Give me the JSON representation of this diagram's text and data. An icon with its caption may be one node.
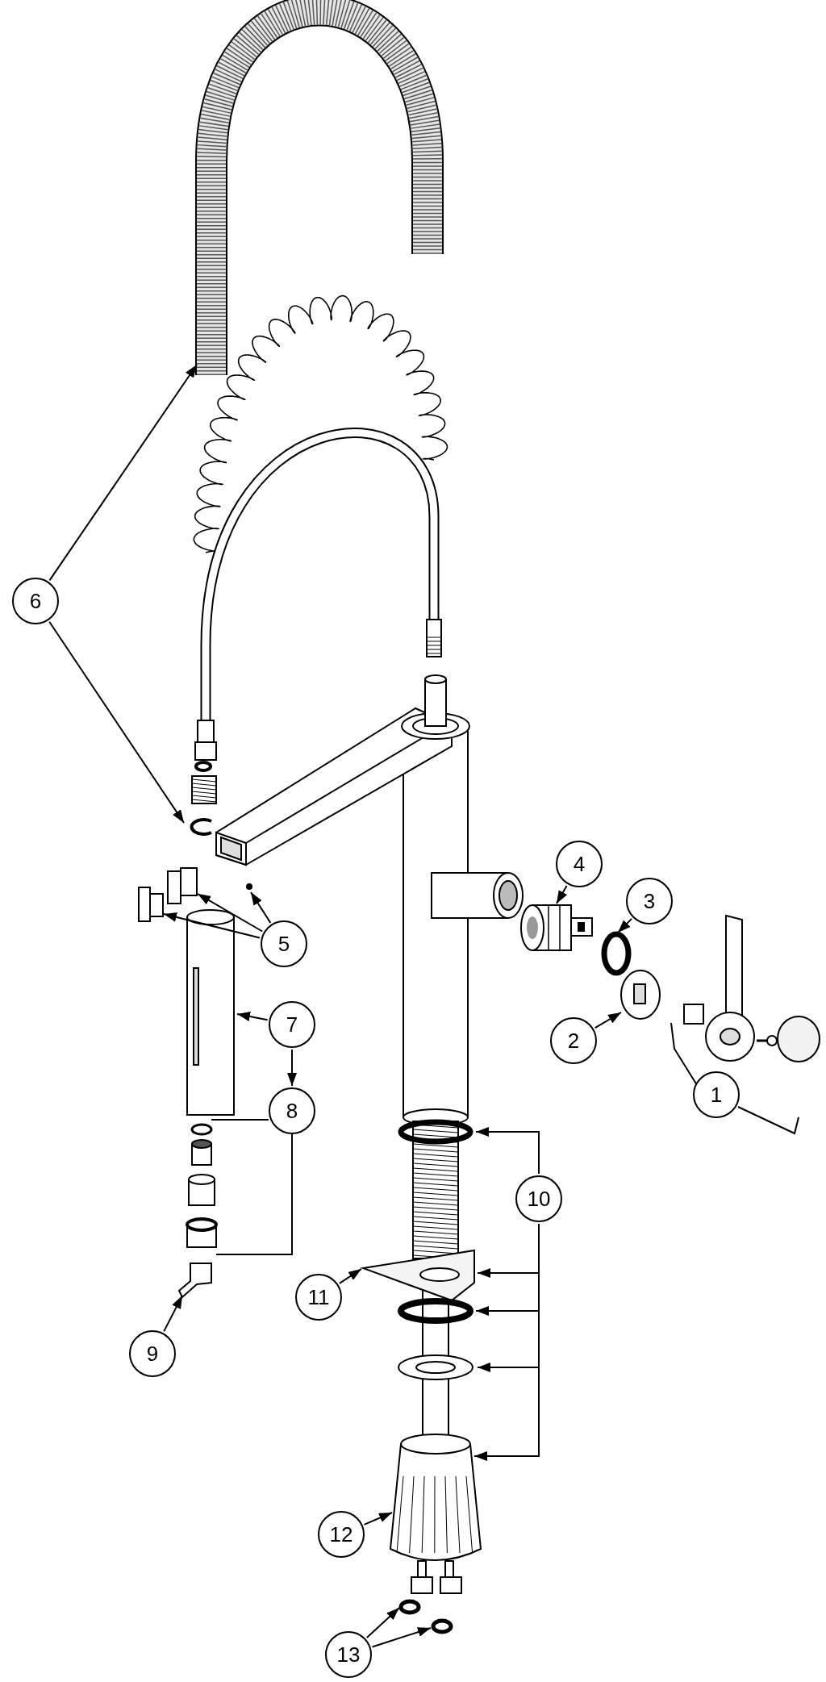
{
  "diagram": {
    "nodes": [
      {
        "text": [
          "6"
        ]
      },
      {
        "text": [],
        "shape": "picture"
      },
      {
        "text": [],
        "shape": "picture"
      },
      {
        "text": [
          "5"
        ]
      },
      {
        "text": [],
        "shape": "picture"
      },
      {
        "text": [],
        "shape": "picture"
      },
      {
        "text": [],
        "shape": "circle"
      },
      {
        "text": [
          "4"
        ]
      },
      {
        "text": [],
        "shape": "picture"
      },
      {
        "text": [
          "3"
        ]
      },
      {
        "text": [],
        "shape": "circle"
      },
      {
        "text": [
          "2"
        ]
      },
      {
        "text": [],
        "shape": "picture"
      },
      {
        "text": [
          "1"
        ]
      },
      {
        "text": [
          "7"
        ]
      },
      {
        "text": [],
        "shape": "picture"
      },
      {
        "text": [
          "8"
        ]
      },
      {
        "text": [
          "9"
        ]
      },
      {
        "text": [],
        "shape": "picture"
      },
      {
        "text": [
          "10"
        ]
      },
      {
        "text": [],
        "shape": "picture"
      },
      {
        "text": [],
        "shape": "picture"
      },
      {
        "text": [],
        "shape": "circle"
      },
      {
        "text": [],
        "shape": "picture"
      },
      {
        "text": [],
        "shape": "picture"
      },
      {
        "text": [
          "11"
        ]
      },
      {
        "text": [
          "12"
        ]
      },
      {
        "text": [
          "13"
        ]
      },
      {
        "text": [],
        "shape": "circle"
      },
      {
        "text": [],
        "shape": "circle"
      }
    ],
    "edges": [
      {
        "from": 0,
        "to": 1,
        "arrow": "to"
      },
      {
        "from": 0,
        "to": 2,
        "arrow": "to"
      },
      {
        "from": 3,
        "to": 4,
        "arrow": "to"
      },
      {
        "from": 3,
        "to": 5,
        "arrow": "to"
      },
      {
        "from": 3,
        "to": 6,
        "arrow": "to"
      },
      {
        "from": 7,
        "to": 8,
        "arrow": "to"
      },
      {
        "from": 9,
        "to": 10,
        "arrow": "to"
      },
      {
        "from": 11,
        "to": 12,
        "arrow": "to"
      },
      {
        "from": 14,
        "to": 15,
        "arrow": "to"
      },
      {
        "from": 14,
        "to": 16,
        "arrow": "to"
      },
      {
        "from": 17,
        "to": 18,
        "arrow": "to"
      },
      {
        "from": 19,
        "to": 20,
        "arrow": "to"
      },
      {
        "from": 19,
        "to": 21,
        "arrow": "to"
      },
      {
        "from": 19,
        "to": 22,
        "arrow": "to"
      },
      {
        "from": 19,
        "to": 23,
        "arrow": "to"
      },
      {
        "from": 19,
        "to": 24,
        "arrow": "to"
      },
      {
        "from": 25,
        "to": 21,
        "arrow": "to"
      },
      {
        "from": 26,
        "to": 24,
        "arrow": "to"
      },
      {
        "from": 27,
        "to": 28,
        "arrow": "to"
      },
      {
        "from": 27,
        "to": 29,
        "arrow": "to"
      }
    ]
  }
}
